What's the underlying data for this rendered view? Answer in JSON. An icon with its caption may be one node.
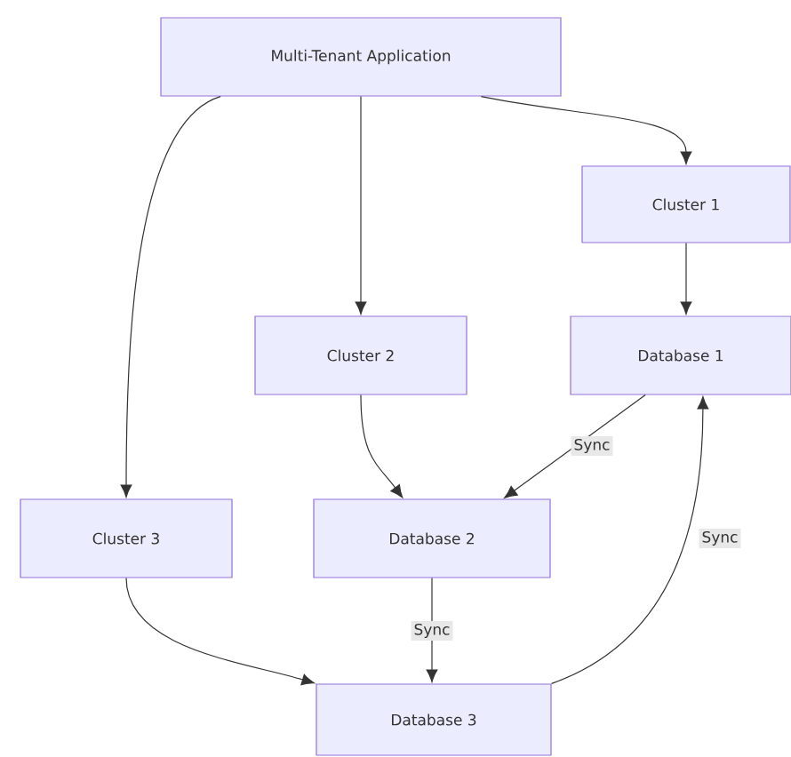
{
  "diagram": {
    "nodes": [
      {
        "text": [
          "Multi-Tenant Application"
        ]
      },
      {
        "text": [
          "Cluster 1"
        ]
      },
      {
        "text": [
          "Cluster 2"
        ]
      },
      {
        "text": [
          "Database 1"
        ]
      },
      {
        "text": [
          "Cluster 3"
        ]
      },
      {
        "text": [
          "Database 2"
        ]
      },
      {
        "text": [
          "Database 3"
        ]
      }
    ],
    "edges": [
      {
        "from": 0,
        "to": 1,
        "arrow": "to"
      },
      {
        "from": 0,
        "to": 2,
        "arrow": "to"
      },
      {
        "from": 0,
        "to": 4,
        "arrow": "to"
      },
      {
        "from": 1,
        "to": 3,
        "arrow": "to"
      },
      {
        "from": 2,
        "to": 5,
        "arrow": "to"
      },
      {
        "from": 3,
        "to": 5,
        "arrow": "to",
        "label": "Sync"
      },
      {
        "from": 4,
        "to": 6,
        "arrow": "to"
      },
      {
        "from": 5,
        "to": 6,
        "arrow": "to",
        "label": "Sync"
      },
      {
        "from": 6,
        "to": 3,
        "arrow": "to",
        "label": "Sync"
      }
    ]
  }
}
